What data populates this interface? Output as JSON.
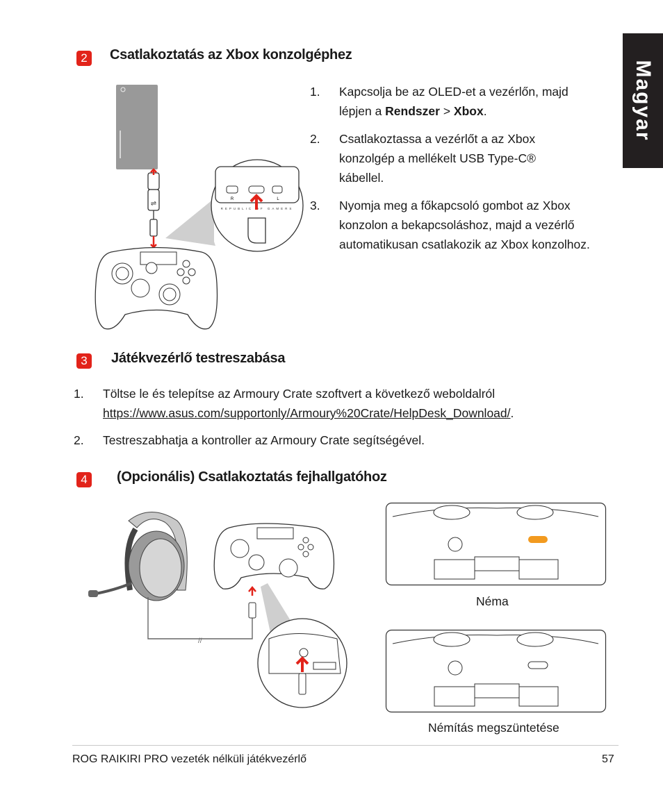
{
  "side_tab": "Magyar",
  "sections": [
    {
      "number": "2",
      "title": "Csatlakoztatás az Xbox konzolgéphez",
      "steps": [
        {
          "n": "1.",
          "pre": "Kapcsolja be az OLED-et a vezérlőn, majd lépjen a ",
          "bold1": "Rendszer",
          "mid": " > ",
          "bold2": "Xbox",
          "post": "."
        },
        {
          "n": "2.",
          "text": "Csatlakoztassa a vezérlőt a az Xbox konzolgép a mellékelt USB Type-C® kábellel."
        },
        {
          "n": "3.",
          "text": "Nyomja meg a főkapcsoló gombot az Xbox konzolon a bekapcsoláshoz, majd a vezérlő automatikusan csatlakozik az Xbox konzolhoz."
        }
      ]
    },
    {
      "number": "3",
      "title": "Játékvezérlő testreszabása",
      "steps": [
        {
          "n": "1.",
          "text": "Töltse le és telepítse az Armoury Crate szoftvert a következő weboldalról",
          "link": "https://www.asus.com/supportonly/Armoury%20Crate/HelpDesk_Download/",
          "post": "."
        },
        {
          "n": "2.",
          "text": "Testreszabhatja a kontroller az Armoury Crate segítségével."
        }
      ]
    },
    {
      "number": "4",
      "title": "(Opcionális) Csatlakoztatás fejhallgatóhoz",
      "captions": {
        "mute": "Néma",
        "unmute": "Némítás megszüntetése"
      }
    }
  ],
  "illustration_labels": {
    "port_r": "R",
    "port_l": "L",
    "brand_strip": "REPUBLIC OF GAMERS"
  },
  "footer": {
    "title": "ROG RAIKIRI PRO vezeték nélküli játékvezérlő",
    "page": "57"
  },
  "colors": {
    "accent": "#e2231a",
    "tab_bg": "#231f20",
    "mute_orange": "#f29a1f"
  }
}
